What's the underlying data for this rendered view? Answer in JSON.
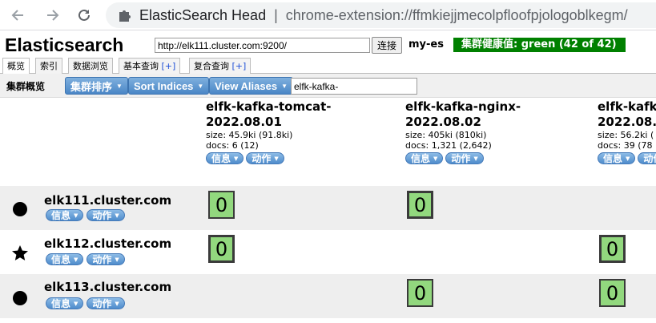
{
  "browser": {
    "extension_name": "ElasticSearch Head",
    "separator": "|",
    "url": "chrome-extension://ffmkiejjmecolpfloofpjologoblkegm/"
  },
  "header": {
    "title": "Elasticsearch",
    "connect_url": "http://elk111.cluster.com:9200/",
    "connect_label": "连接",
    "cluster_name": "my-es",
    "health_text": "集群健康值: green (42 of 42)",
    "health_color": "#008000"
  },
  "tabs": [
    {
      "label": "概览",
      "plus": ""
    },
    {
      "label": "索引",
      "plus": ""
    },
    {
      "label": "数据浏览",
      "plus": ""
    },
    {
      "label": "基本查询",
      "plus": "[+]"
    },
    {
      "label": "复合查询",
      "plus": "[+]"
    }
  ],
  "toolbar": {
    "label": "集群概览",
    "sort_cluster": "集群排序",
    "sort_indices": "Sort Indices",
    "view_aliases": "View Aliases",
    "filter_value": "elfk-kafka-"
  },
  "indices": [
    {
      "name": "elfk-kafka-tomcat-\n2022.08.01",
      "size": "size: 45.9ki (91.8ki)",
      "docs": "docs: 6 (12)",
      "info": "信息",
      "action": "动作"
    },
    {
      "name": "elfk-kafka-nginx-\n2022.08.02",
      "size": "size: 405ki (810ki)",
      "docs": "docs: 1,321 (2,642)",
      "info": "信息",
      "action": "动作"
    },
    {
      "name": "elfk-kafk\n2022.08.",
      "size": "size: 56.2ki (",
      "docs": "docs: 39 (78",
      "info": "信息",
      "action": "动作"
    }
  ],
  "nodes": [
    {
      "name": "elk111.cluster.com",
      "marker": "circle-icon",
      "info": "信息",
      "action": "动作"
    },
    {
      "name": "elk112.cluster.com",
      "marker": "star-icon",
      "info": "信息",
      "action": "动作"
    },
    {
      "name": "elk113.cluster.com",
      "marker": "circle-icon",
      "info": "信息",
      "action": "动作"
    }
  ],
  "shard_label": "0",
  "shard_color": "#92d87e"
}
